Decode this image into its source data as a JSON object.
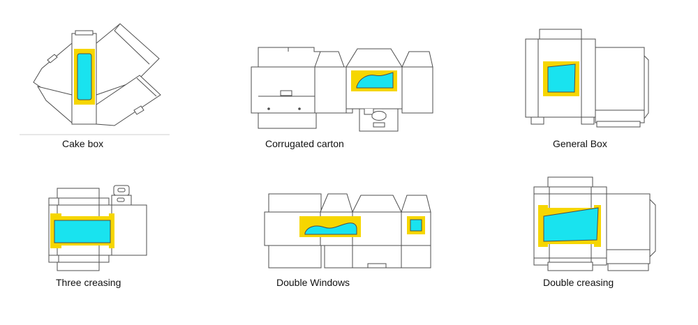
{
  "colors": {
    "outline": "#4d4d4d",
    "window_frame": "#f6d600",
    "window": "#19e3ef"
  },
  "boxes": [
    {
      "name": "Cake box",
      "icon": "cake-box-dieline"
    },
    {
      "name": "Corrugated carton",
      "icon": "corrugated-carton-dieline"
    },
    {
      "name": "General Box",
      "icon": "general-box-dieline"
    },
    {
      "name": "Three creasing",
      "icon": "three-creasing-dieline"
    },
    {
      "name": "Double Windows",
      "icon": "double-windows-dieline"
    },
    {
      "name": "Double creasing",
      "icon": "double-creasing-dieline"
    }
  ]
}
